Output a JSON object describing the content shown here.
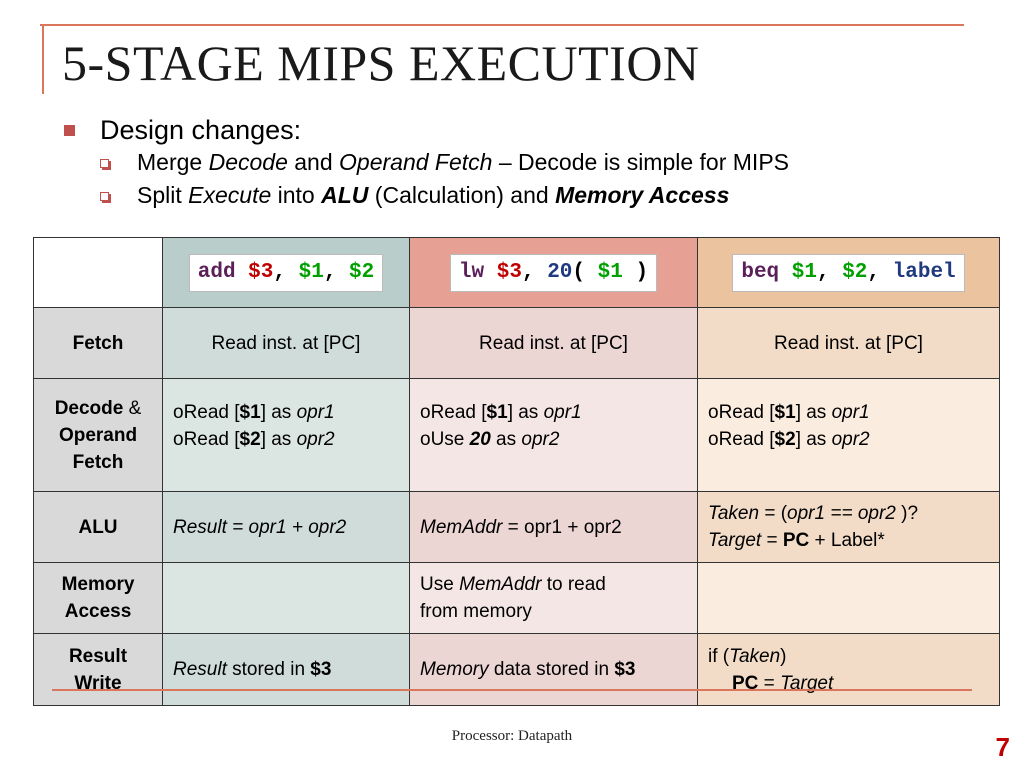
{
  "slide": {
    "title": "5-STAGE MIPS EXECUTION",
    "bullet": "Design changes:",
    "sub1": {
      "pre": "Merge ",
      "i1": "Decode",
      "mid": " and ",
      "i2": "Operand Fetch",
      "post": " – Decode is simple for MIPS"
    },
    "sub2": {
      "pre": "Split ",
      "i1": "Execute",
      "mid": " into ",
      "b1": "ALU",
      "mid2": " (Calculation) and ",
      "b2": "Memory Access"
    },
    "footer": "Processor: Datapath",
    "page": "7"
  },
  "table": {
    "headers": {
      "add": {
        "op": "add",
        "r1": "$3",
        "c1": ", ",
        "r2": "$1",
        "c2": ", ",
        "r3": "$2"
      },
      "lw": {
        "op": "lw",
        "r1": "$3",
        "c1": ", ",
        "imm": "20",
        "p1": "( ",
        "r2": "$1",
        "p2": " )"
      },
      "beq": {
        "op": "beq",
        "r1": "$1",
        "c1": ", ",
        "r2": "$2",
        "c2": ", ",
        "lbl": "label"
      }
    },
    "stages": {
      "fetch": "Fetch",
      "decode_a": "Decode",
      "decode_amp": " &",
      "decode_b": "Operand",
      "decode_c": "Fetch",
      "alu": "ALU",
      "mem_a": "Memory",
      "mem_b": "Access",
      "res_a": "Result",
      "res_b": "Write"
    },
    "fetch": {
      "add": "Read inst. at [PC]",
      "lw": "Read inst. at [PC]",
      "beq": "Read inst. at [PC]"
    },
    "decode": {
      "add": {
        "l1": {
          "pre": "oRead [",
          "reg": "$1",
          "mid": "] as ",
          "opr": "opr1"
        },
        "l2": {
          "pre": "oRead [",
          "reg": "$2",
          "mid": "] as ",
          "opr": "opr2"
        }
      },
      "lw": {
        "l1": {
          "pre": "oRead [",
          "reg": "$1",
          "mid": "] as ",
          "opr": "opr1"
        },
        "l2": {
          "pre": "oUse ",
          "reg": "20",
          "mid": " as ",
          "opr": "opr2"
        }
      },
      "beq": {
        "l1": {
          "pre": "oRead [",
          "reg": "$1",
          "mid": "] as ",
          "opr": "opr1"
        },
        "l2": {
          "pre": "oRead [",
          "reg": "$2",
          "mid": "] as ",
          "opr": "opr2"
        }
      }
    },
    "alu": {
      "add": "Result = opr1 + opr2",
      "lw": {
        "i": "MemAddr",
        "rest": " = opr1 + opr2"
      },
      "beq": {
        "l1": {
          "i1": "Taken",
          "eq": " =  (",
          "i2": "opr1 == opr2 ",
          "end": ")?"
        },
        "l2": {
          "i": "Target",
          "eq": " = ",
          "b": "PC",
          "rest": " + Label*"
        }
      }
    },
    "mem": {
      "lw": {
        "pre": "Use ",
        "i": "MemAddr",
        "post": " to read",
        "l2": "from memory"
      }
    },
    "result": {
      "add": {
        "i": "Result",
        "mid": " stored in ",
        "b": "$3"
      },
      "lw": {
        "i": "Memory",
        "mid": " data stored in ",
        "b": "$3"
      },
      "beq": {
        "l1": {
          "pre": "if (",
          "i": "Taken",
          "post": ")"
        },
        "l2": {
          "b": "PC",
          "eq": " = ",
          "i": "Target"
        }
      }
    }
  }
}
